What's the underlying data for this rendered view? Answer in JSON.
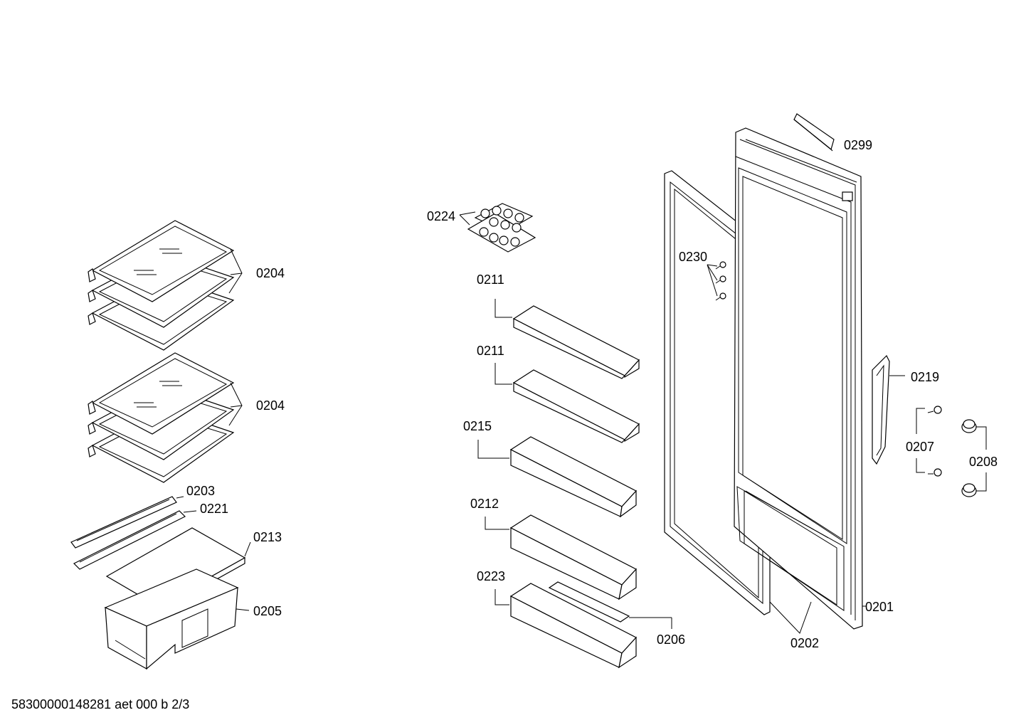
{
  "labels": {
    "shelf_glass_upper": "0204",
    "shelf_glass_lower": "0204",
    "strip_0203": "0203",
    "strip_0221": "0221",
    "cover_plate": "0213",
    "drawer": "0205",
    "egg_tray": "0224",
    "door_shelf_a": "0211",
    "door_shelf_b": "0211",
    "door_shelf_c": "0215",
    "door_shelf_d": "0212",
    "door_shelf_e": "0223",
    "shelf_divider": "0206",
    "screws": "0230",
    "door_seal": "0202",
    "door": "0201",
    "label_plate": "0299",
    "handle": "0219",
    "handle_screws": "0207",
    "caps": "0208"
  },
  "footer": "58300000148281 aet 000 b 2/3"
}
